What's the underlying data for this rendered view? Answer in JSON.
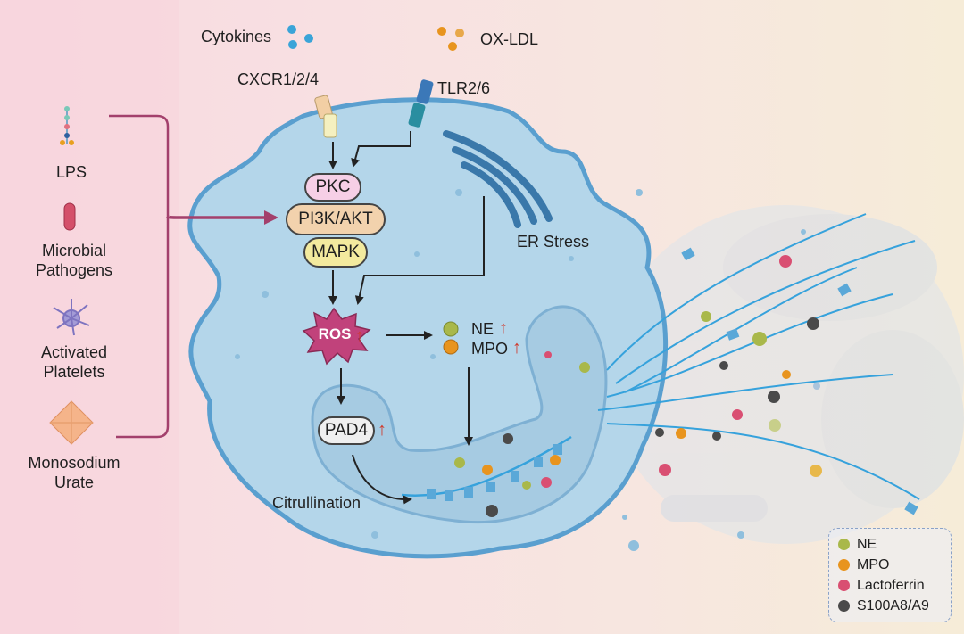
{
  "triggers": {
    "lps": "LPS",
    "microbial": "Microbial\nPathogens",
    "platelets": "Activated\nPlatelets",
    "urate": "Monosodium\nUrate"
  },
  "ligands": {
    "cytokines": "Cytokines",
    "oxldl": "OX-LDL"
  },
  "receptors": {
    "cxcr": "CXCR1/2/4",
    "tlr": "TLR2/6"
  },
  "pathway": {
    "pkc": "PKC",
    "pi3k": "PI3K/AKT",
    "mapk": "MAPK",
    "er_stress": "ER Stress",
    "ros": "ROS",
    "pad4": "PAD4",
    "citrullination": "Citrullination",
    "ne": "NE",
    "mpo": "MPO",
    "up_arrow": "↑"
  },
  "legend": [
    {
      "label": "NE",
      "color": "#a9b84a"
    },
    {
      "label": "MPO",
      "color": "#e8941e"
    },
    {
      "label": "Lactoferrin",
      "color": "#d94f72"
    },
    {
      "label": "S100A8/A9",
      "color": "#4a4a4a"
    }
  ]
}
